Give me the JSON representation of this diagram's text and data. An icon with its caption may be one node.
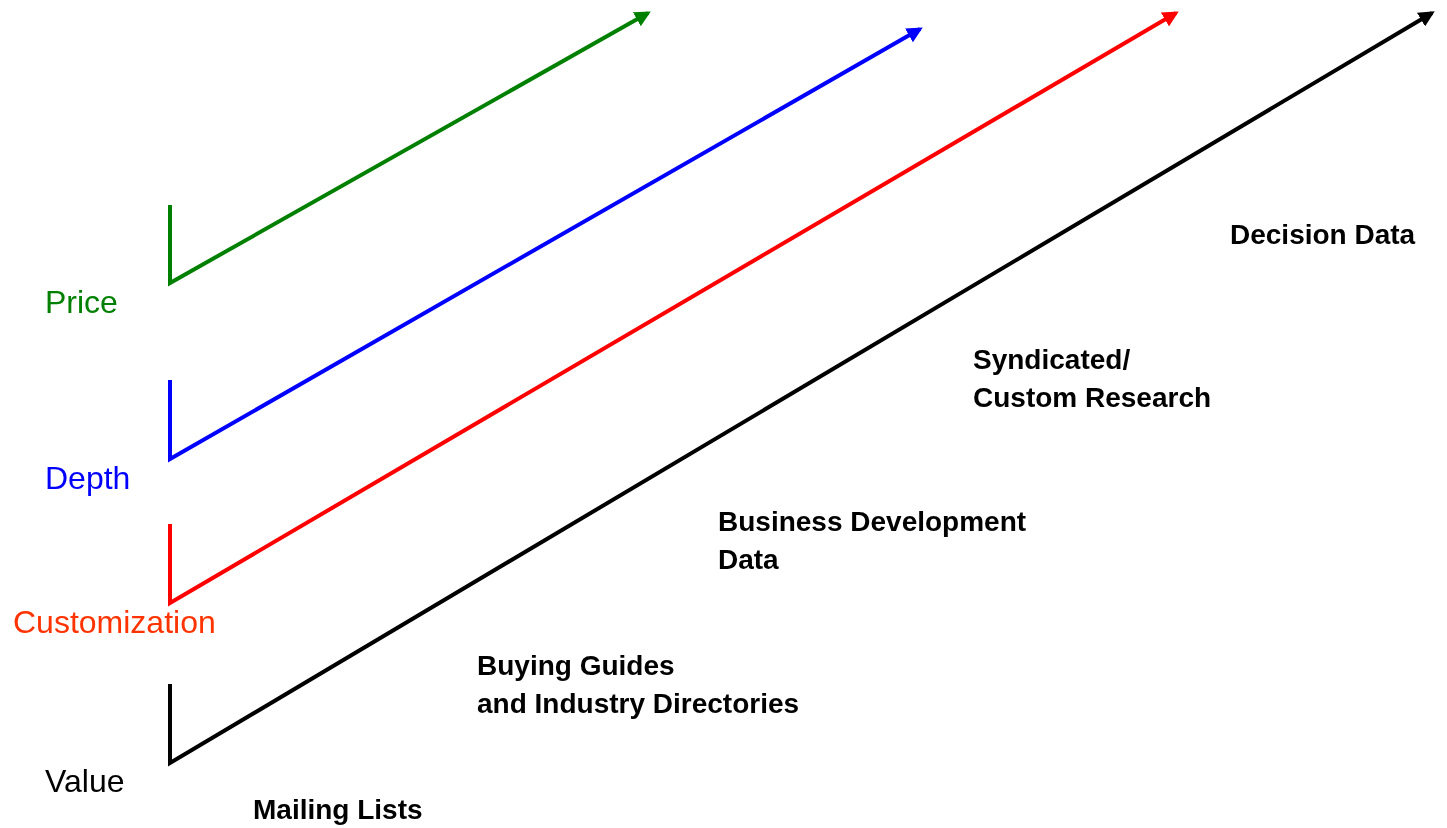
{
  "diagram": {
    "labels": [
      "Price",
      "Depth",
      "Customization",
      "Value",
      "Mailing Lists",
      "Buying Guides and Industry Directories",
      "Business Development Data",
      "Syndicated/ Custom Research",
      "Decision Data"
    ]
  }
}
